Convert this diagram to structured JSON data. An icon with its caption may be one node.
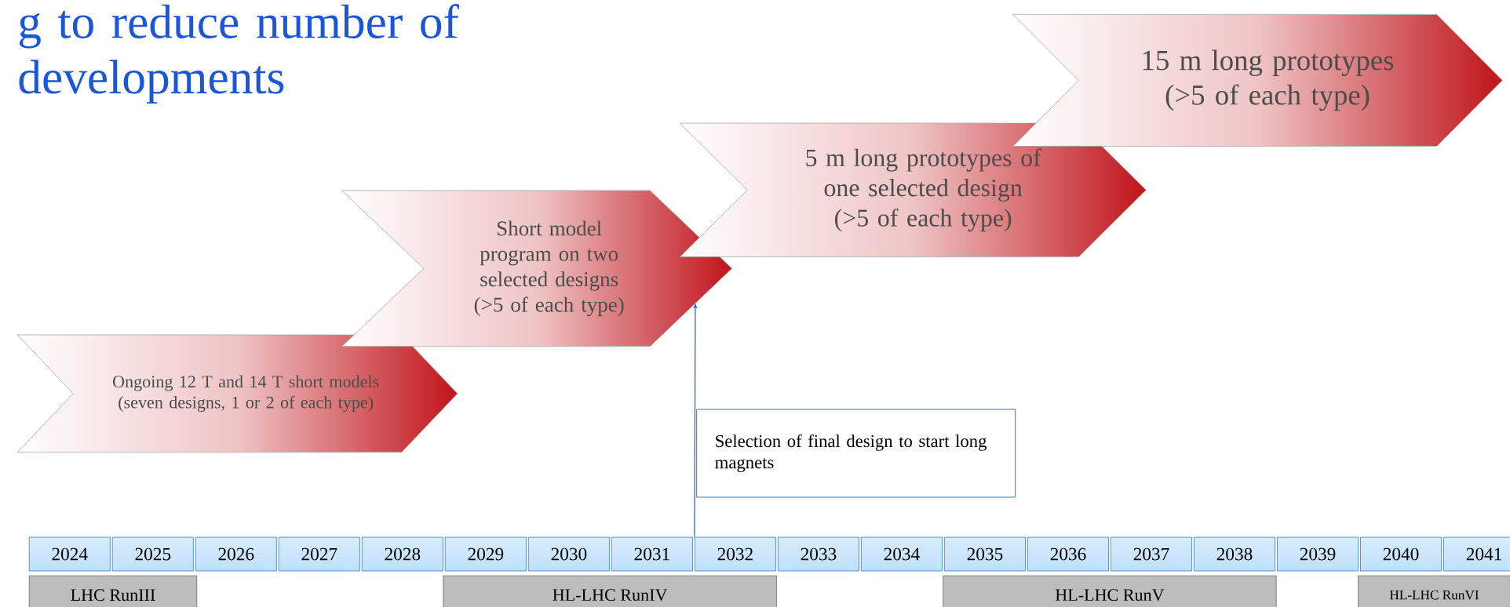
{
  "diagram": {
    "title": "g to reduce number of developments",
    "nodes": [
      {
        "text": [
          "15 m long prototypes (>5 of each type)"
        ]
      },
      {
        "text": [
          "5 m long prototypes of one selected design (>5 of each type)"
        ]
      },
      {
        "text": [
          "Short model program on two selected designs (>5 of each type)"
        ]
      },
      {
        "text": [
          "Ongoing 12 T and 14 T short models (seven designs, 1 or 2 of each type)"
        ]
      },
      {
        "text": [
          "Selection of final design to start long magnets"
        ]
      },
      {
        "text": [
          "2024"
        ]
      },
      {
        "text": [
          "2025"
        ]
      },
      {
        "text": [
          "2026"
        ]
      },
      {
        "text": [
          "2027"
        ]
      },
      {
        "text": [
          "2028"
        ]
      },
      {
        "text": [
          "2029"
        ]
      },
      {
        "text": [
          "2030"
        ]
      },
      {
        "text": [
          "2031"
        ]
      },
      {
        "text": [
          "2032"
        ]
      },
      {
        "text": [
          "2033"
        ]
      },
      {
        "text": [
          "2034"
        ]
      },
      {
        "text": [
          "2035"
        ]
      },
      {
        "text": [
          "2036"
        ]
      },
      {
        "text": [
          "2037"
        ]
      },
      {
        "text": [
          "2038"
        ]
      },
      {
        "text": [
          "2039"
        ]
      },
      {
        "text": [
          "2040"
        ]
      },
      {
        "text": [
          "2041"
        ]
      },
      {
        "text": [
          "LHC RunIII"
        ]
      },
      {
        "text": [
          "HL-LHC RunIV"
        ]
      },
      {
        "text": [
          "HL-LHC RunV"
        ]
      },
      {
        "text": [
          "HL-LHC RunVI"
        ]
      }
    ],
    "edges": [
      {
        "from": 13,
        "to": 2,
        "arrow": "to",
        "color": "#1f5fa8"
      }
    ]
  }
}
